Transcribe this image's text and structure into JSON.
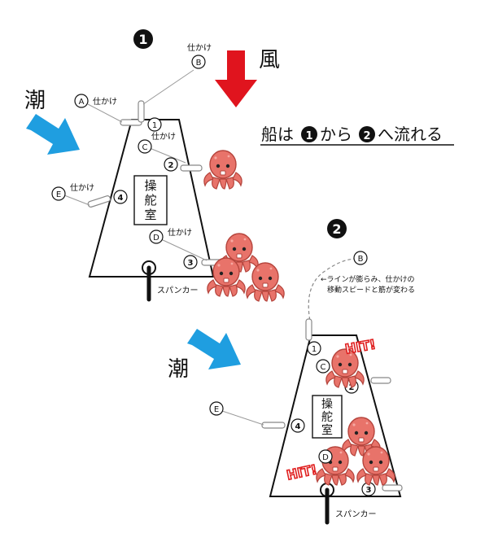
{
  "step_labels": {
    "step1": "1",
    "step2": "2"
  },
  "wind_label": "風",
  "tide_label_1": "潮",
  "tide_label_2": "潮",
  "caption": {
    "prefix": "船は",
    "n1": "1",
    "middle": "から",
    "n2": "2",
    "suffix": "へ流れる"
  },
  "note": {
    "line1": "←ラインが膨らみ、仕かけの",
    "line2": "移動スピードと筋が変わる"
  },
  "boat1": {
    "cabin_label": [
      "操",
      "舵",
      "室"
    ],
    "spanker_label": "スパンカー",
    "positions": [
      "1",
      "2",
      "3",
      "4"
    ],
    "rigs": [
      {
        "letter": "A",
        "label": "仕かけ"
      },
      {
        "letter": "B",
        "label": "仕かけ"
      },
      {
        "letter": "C",
        "label": "仕かけ"
      },
      {
        "letter": "D",
        "label": "仕かけ"
      },
      {
        "letter": "E",
        "label": "仕かけ"
      }
    ]
  },
  "boat2": {
    "cabin_label": [
      "操",
      "舵",
      "室"
    ],
    "spanker_label": "スパンカー",
    "positions": [
      "1",
      "2",
      "3",
      "4"
    ],
    "rigs": [
      {
        "letter": "B"
      },
      {
        "letter": "C"
      },
      {
        "letter": "D"
      },
      {
        "letter": "E"
      }
    ],
    "hit_label": "HIT!"
  },
  "colors": {
    "wind_arrow": "#e0141e",
    "tide_arrow": "#1f9ee0",
    "octopus": "#e8736a",
    "octopus_dark": "#b5443c",
    "hit": "#e02020"
  }
}
